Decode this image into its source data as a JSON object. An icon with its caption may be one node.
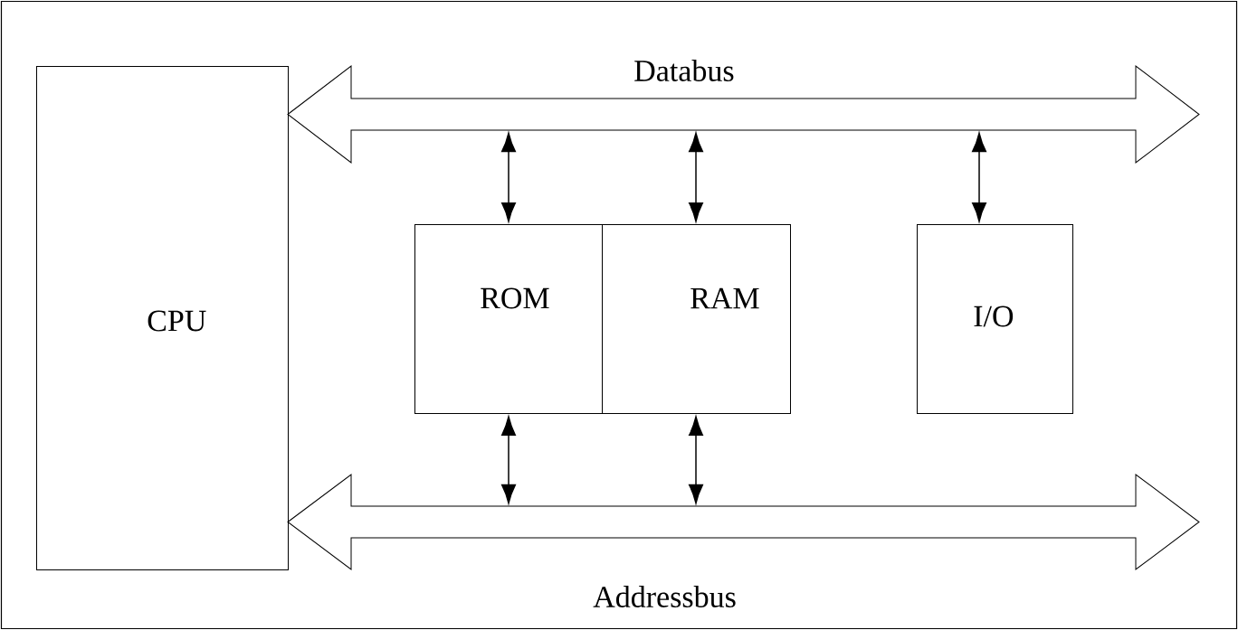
{
  "diagram": {
    "nodes": [
      {
        "text": [
          "CPU"
        ]
      },
      {
        "text": [
          "Databus"
        ]
      },
      {
        "text": [
          "ROM"
        ]
      },
      {
        "text": [
          "RAM"
        ]
      },
      {
        "text": [
          "I/O"
        ]
      },
      {
        "text": [
          "Addressbus"
        ]
      }
    ],
    "edges": [
      {
        "from": 1,
        "to": 2,
        "arrow": "both"
      },
      {
        "from": 1,
        "to": 3,
        "arrow": "both"
      },
      {
        "from": 1,
        "to": 4,
        "arrow": "both"
      },
      {
        "from": 2,
        "to": 5,
        "arrow": "both"
      },
      {
        "from": 3,
        "to": 5,
        "arrow": "both"
      }
    ]
  }
}
